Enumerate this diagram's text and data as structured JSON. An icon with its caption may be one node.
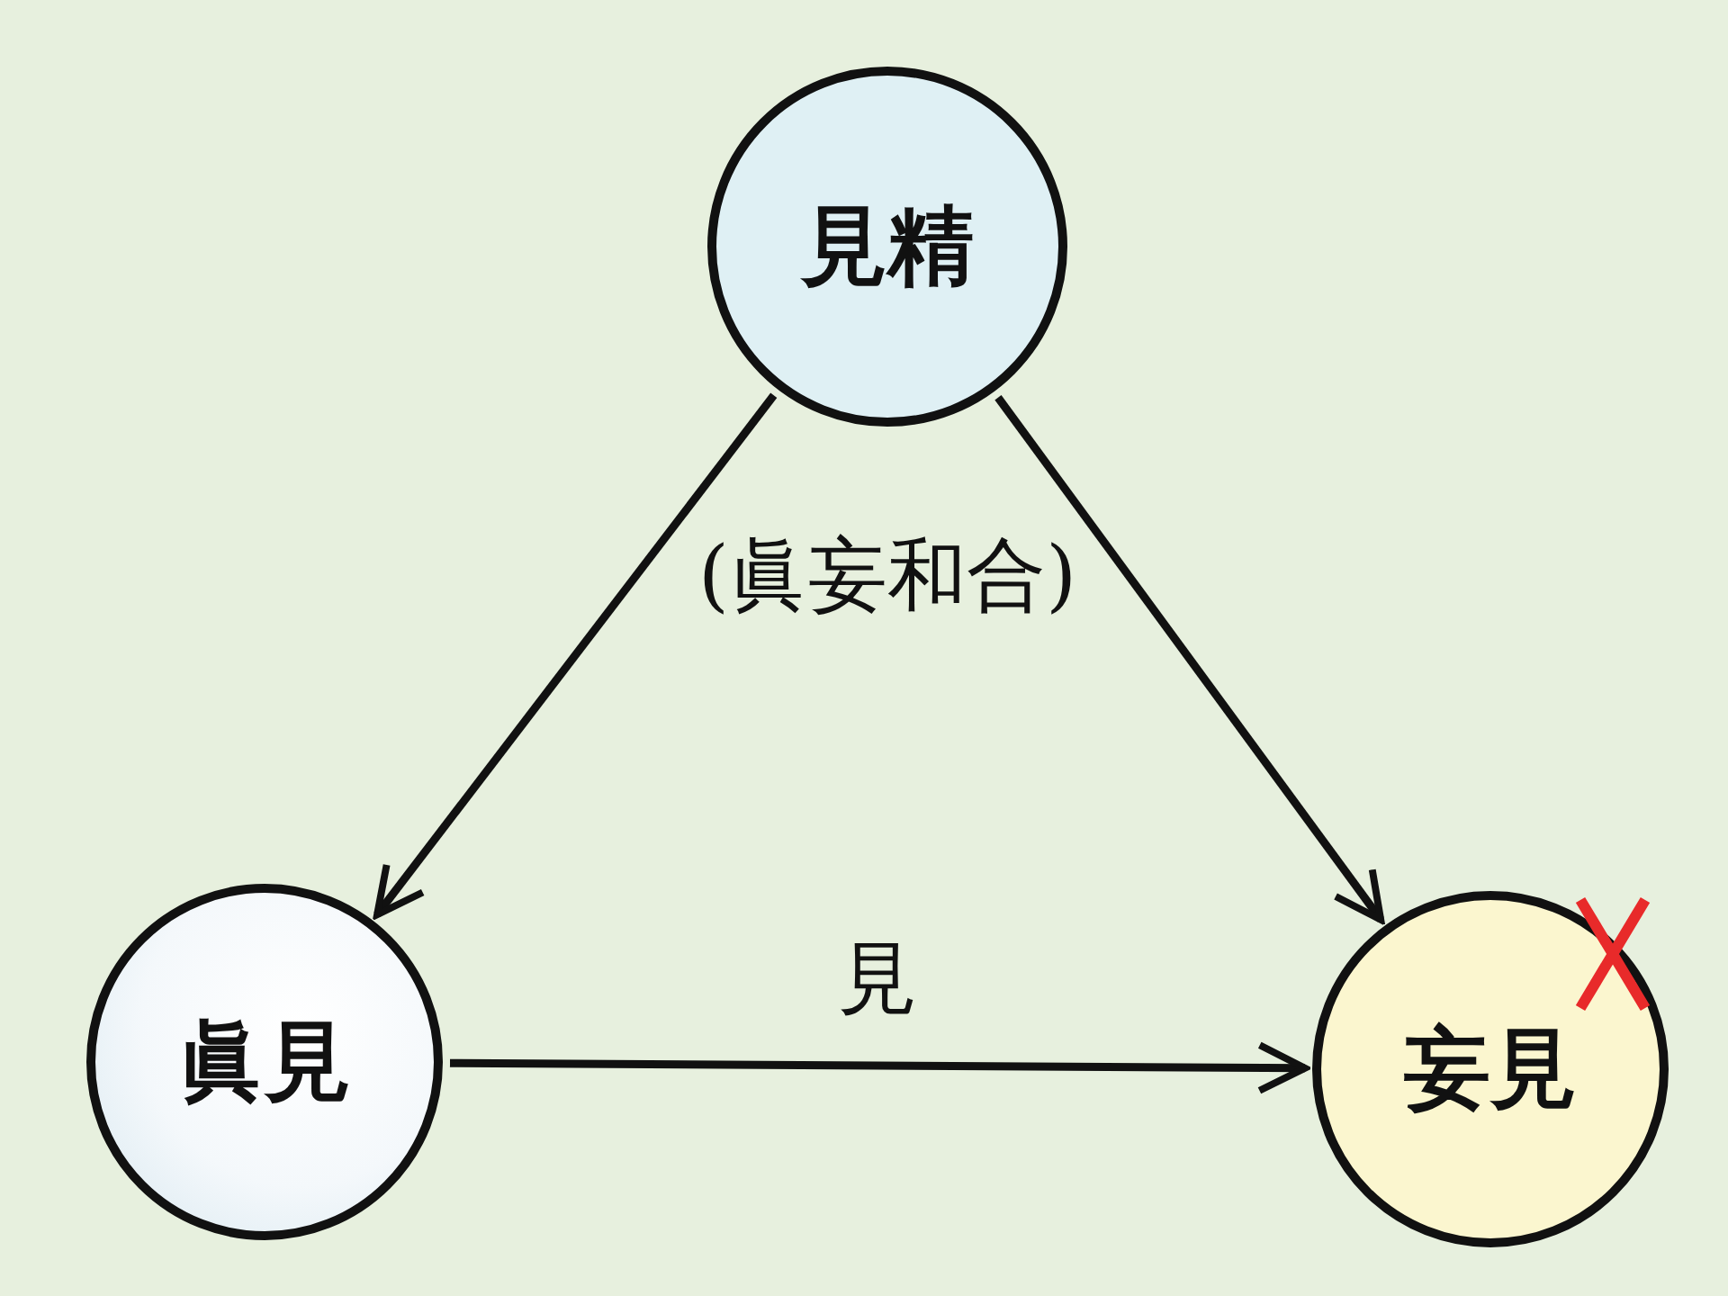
{
  "diagram": {
    "nodes": [
      {
        "text": [
          "見精"
        ]
      },
      {
        "text": [
          "眞見"
        ]
      },
      {
        "text": [
          "妄見"
        ]
      }
    ],
    "edges": [
      {
        "from": 0,
        "to": 1,
        "arrow": "to"
      },
      {
        "from": 0,
        "to": 2,
        "arrow": "to"
      },
      {
        "from": 1,
        "to": 2,
        "arrow": "to",
        "label": "見"
      }
    ],
    "labels": [
      "(眞妄和合)"
    ]
  }
}
